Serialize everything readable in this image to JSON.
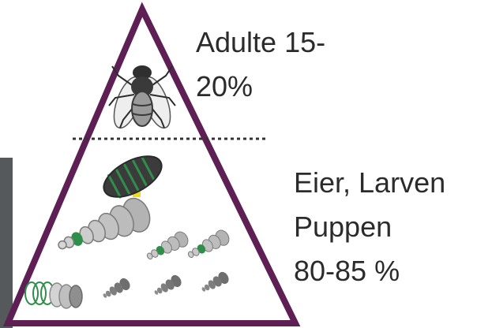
{
  "labels": {
    "adult_line_1": "Adulte 15-",
    "adult_line_2": "20%",
    "immature_line_1": "Eier, Larven",
    "immature_line_2": "Puppen",
    "immature_line_3": "80-85 %"
  },
  "colors": {
    "pyramid_outline": "#5e1f55",
    "divider": "#333333",
    "text": "#2b2b2b",
    "photo_strip": "#55595c",
    "larva_dark": "#3b3b3b",
    "larva_light": "#a9a9a9",
    "accent_green": "#2f8f4a",
    "accent_yellow": "#f0dc1a"
  },
  "icons": [
    "fly-icon",
    "pupa-icon",
    "larva-icon",
    "egg-cluster-icon"
  ]
}
